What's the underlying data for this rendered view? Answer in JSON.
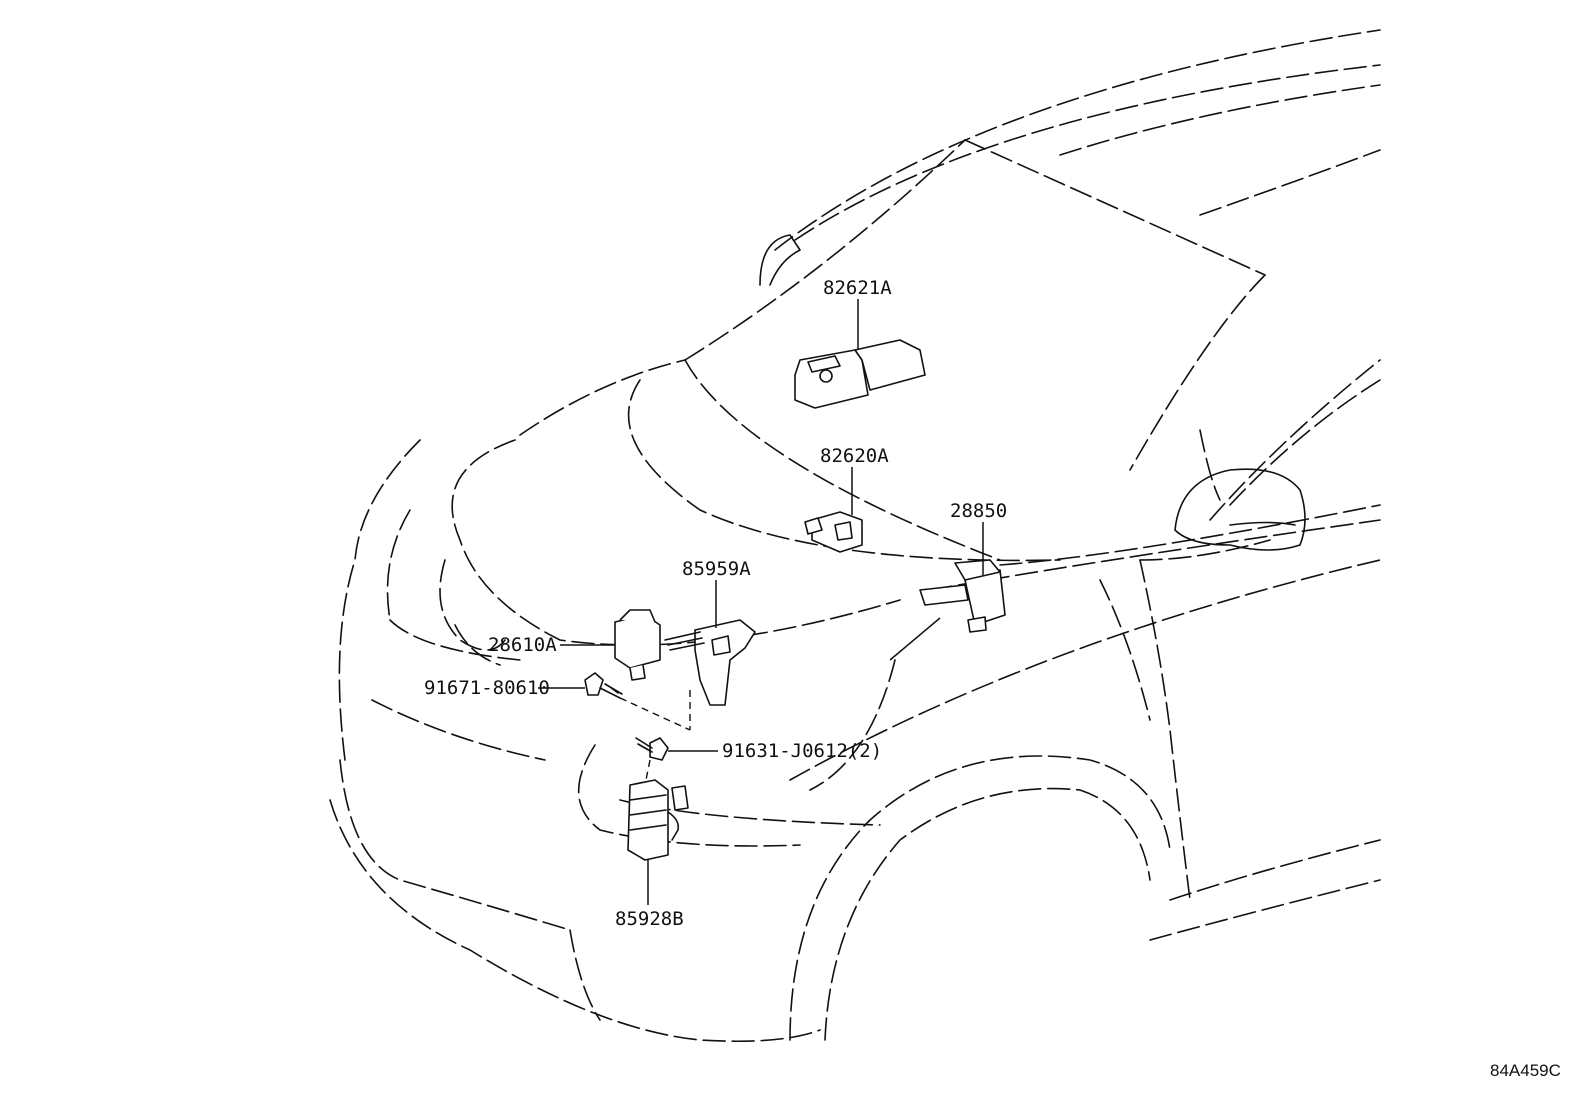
{
  "diagram_code": "84A459C",
  "parts": {
    "p82621A": "82621A",
    "p82620A": "82620A",
    "p28850": "28850",
    "p85959A": "85959A",
    "p28610A": "28610A",
    "p91671": "91671-80610",
    "p91631": "91631-J0612(2)",
    "p85928B": "85928B"
  }
}
